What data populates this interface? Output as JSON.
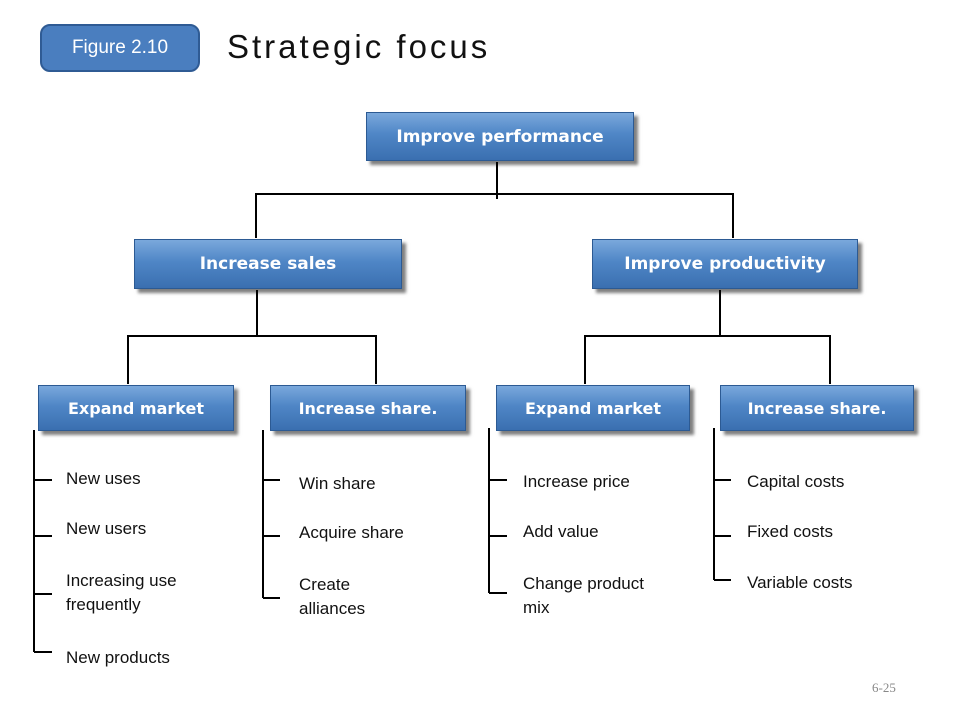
{
  "figure_label": "Figure 2.10",
  "title": "Strategic focus",
  "root": "Improve  performance",
  "level2": {
    "left": "Increase sales",
    "right": "Improve  productivity"
  },
  "level3": [
    "Expand market",
    "Increase share.",
    "Expand market",
    "Increase share."
  ],
  "lists": [
    [
      "New uses",
      "New users",
      "Increasing use\nfrequently",
      "New products"
    ],
    [
      "Win share",
      "Acquire share",
      "Create\nalliances"
    ],
    [
      "Increase price",
      "Add value",
      "Change product\nmix"
    ],
    [
      "Capital costs",
      "Fixed costs",
      "Variable costs"
    ]
  ],
  "page_number": "6-25"
}
